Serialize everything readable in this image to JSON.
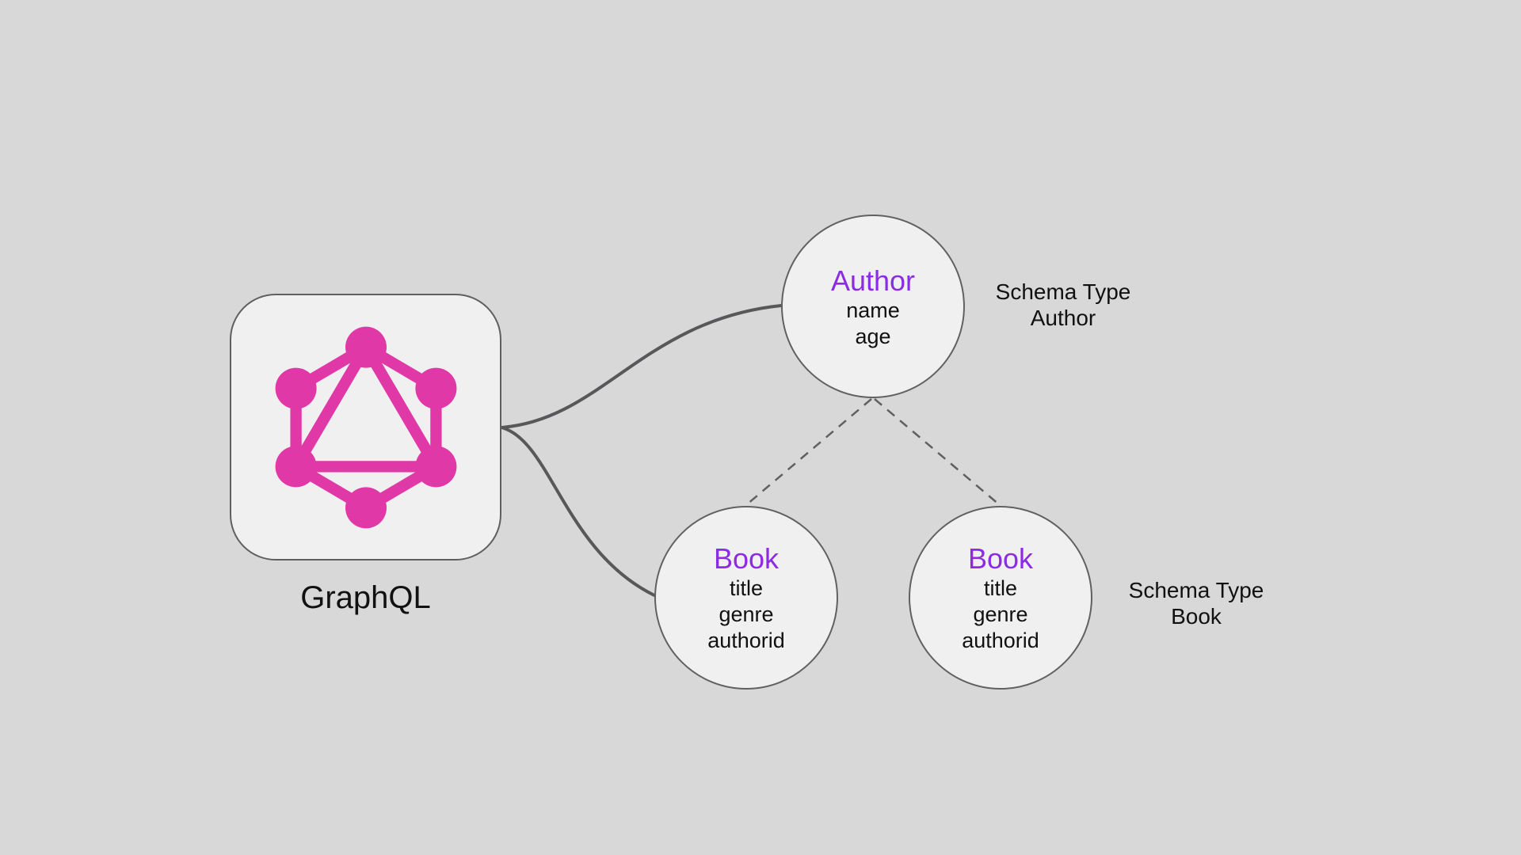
{
  "colors": {
    "background": "#d8d8d8",
    "node_fill": "#f0f0f0",
    "node_border": "#5f5f5f",
    "connector_gray": "#58585a",
    "brand_pink": "#e038a6",
    "type_purple": "#8b2be2",
    "text_black": "#111111"
  },
  "graphql": {
    "label": "GraphQL",
    "logo_icon": "graphql-hexagon-network-icon"
  },
  "nodes": {
    "author": {
      "title": "Author",
      "fields": [
        "name",
        "age"
      ]
    },
    "book1": {
      "title": "Book",
      "fields": [
        "title",
        "genre",
        "authorid"
      ]
    },
    "book2": {
      "title": "Book",
      "fields": [
        "title",
        "genre",
        "authorid"
      ]
    }
  },
  "annotations": {
    "author": {
      "line1": "Schema Type",
      "line2": "Author"
    },
    "book": {
      "line1": "Schema Type",
      "line2": "Book"
    }
  }
}
